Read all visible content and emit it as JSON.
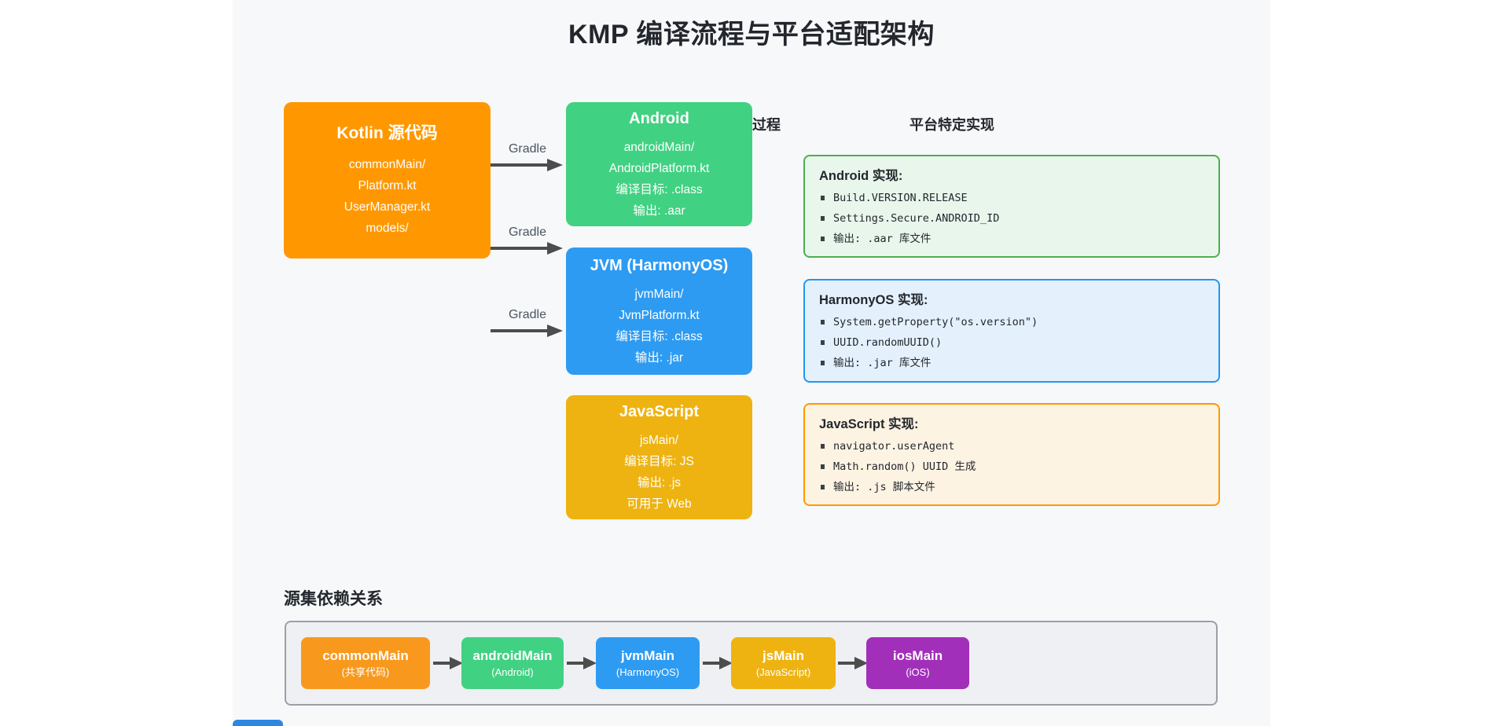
{
  "page": {
    "title": "KMP 编译流程与平台适配架构",
    "column_headers": {
      "process_partial": "过程",
      "platform": "平台特定实现"
    },
    "dependency_section_title": "源集依赖关系",
    "colors": {
      "content_bg": "#f7f8fa",
      "arrow": "#4d4d4d",
      "partial_bottom": "#2e86e0"
    }
  },
  "flow": {
    "source_box": {
      "title": "Kotlin 源代码",
      "lines": [
        "commonMain/",
        "Platform.kt",
        "UserManager.kt",
        "models/"
      ],
      "color": "#ff9800"
    },
    "arrows": [
      {
        "label": "Gradle"
      },
      {
        "label": "Gradle"
      },
      {
        "label": "Gradle"
      }
    ],
    "android_box": {
      "title": "Android",
      "lines": [
        "androidMain/",
        "AndroidPlatform.kt",
        "编译目标: .class",
        "输出: .aar"
      ],
      "color": "#41d182"
    },
    "jvm_box": {
      "title": "JVM (HarmonyOS)",
      "lines": [
        "jvmMain/",
        "JvmPlatform.kt",
        "编译目标: .class",
        "输出: .jar"
      ],
      "color": "#2e9bf2"
    },
    "js_box": {
      "title": "JavaScript",
      "lines": [
        "jsMain/",
        "编译目标: JS",
        "输出: .js",
        "可用于 Web"
      ],
      "color": "#eeb311"
    },
    "details": {
      "android": {
        "title": "Android 实现:",
        "items": [
          "Build.VERSION.RELEASE",
          "Settings.Secure.ANDROID_ID",
          "输出: .aar 库文件"
        ],
        "border": "#4caf50",
        "bg": "#e9f6ec"
      },
      "harmony": {
        "title": "HarmonyOS 实现:",
        "items": [
          "System.getProperty(\"os.version\")",
          "UUID.randomUUID()",
          "输出: .jar 库文件"
        ],
        "border": "#2196f3",
        "bg": "#e4f1fd"
      },
      "js": {
        "title": "JavaScript 实现:",
        "items": [
          "navigator.userAgent",
          "Math.random() UUID 生成",
          "输出: .js 脚本文件"
        ],
        "border": "#ff9800",
        "bg": "#fdf3e2"
      }
    }
  },
  "source_sets": {
    "items": [
      {
        "name": "commonMain",
        "subtitle": "(共享代码)",
        "color": "#f8991d"
      },
      {
        "name": "androidMain",
        "subtitle": "(Android)",
        "color": "#41d182"
      },
      {
        "name": "jvmMain",
        "subtitle": "(HarmonyOS)",
        "color": "#2e9bf2"
      },
      {
        "name": "jsMain",
        "subtitle": "(JavaScript)",
        "color": "#eeb311"
      },
      {
        "name": "iosMain",
        "subtitle": "(iOS)",
        "color": "#a22fba"
      }
    ]
  }
}
